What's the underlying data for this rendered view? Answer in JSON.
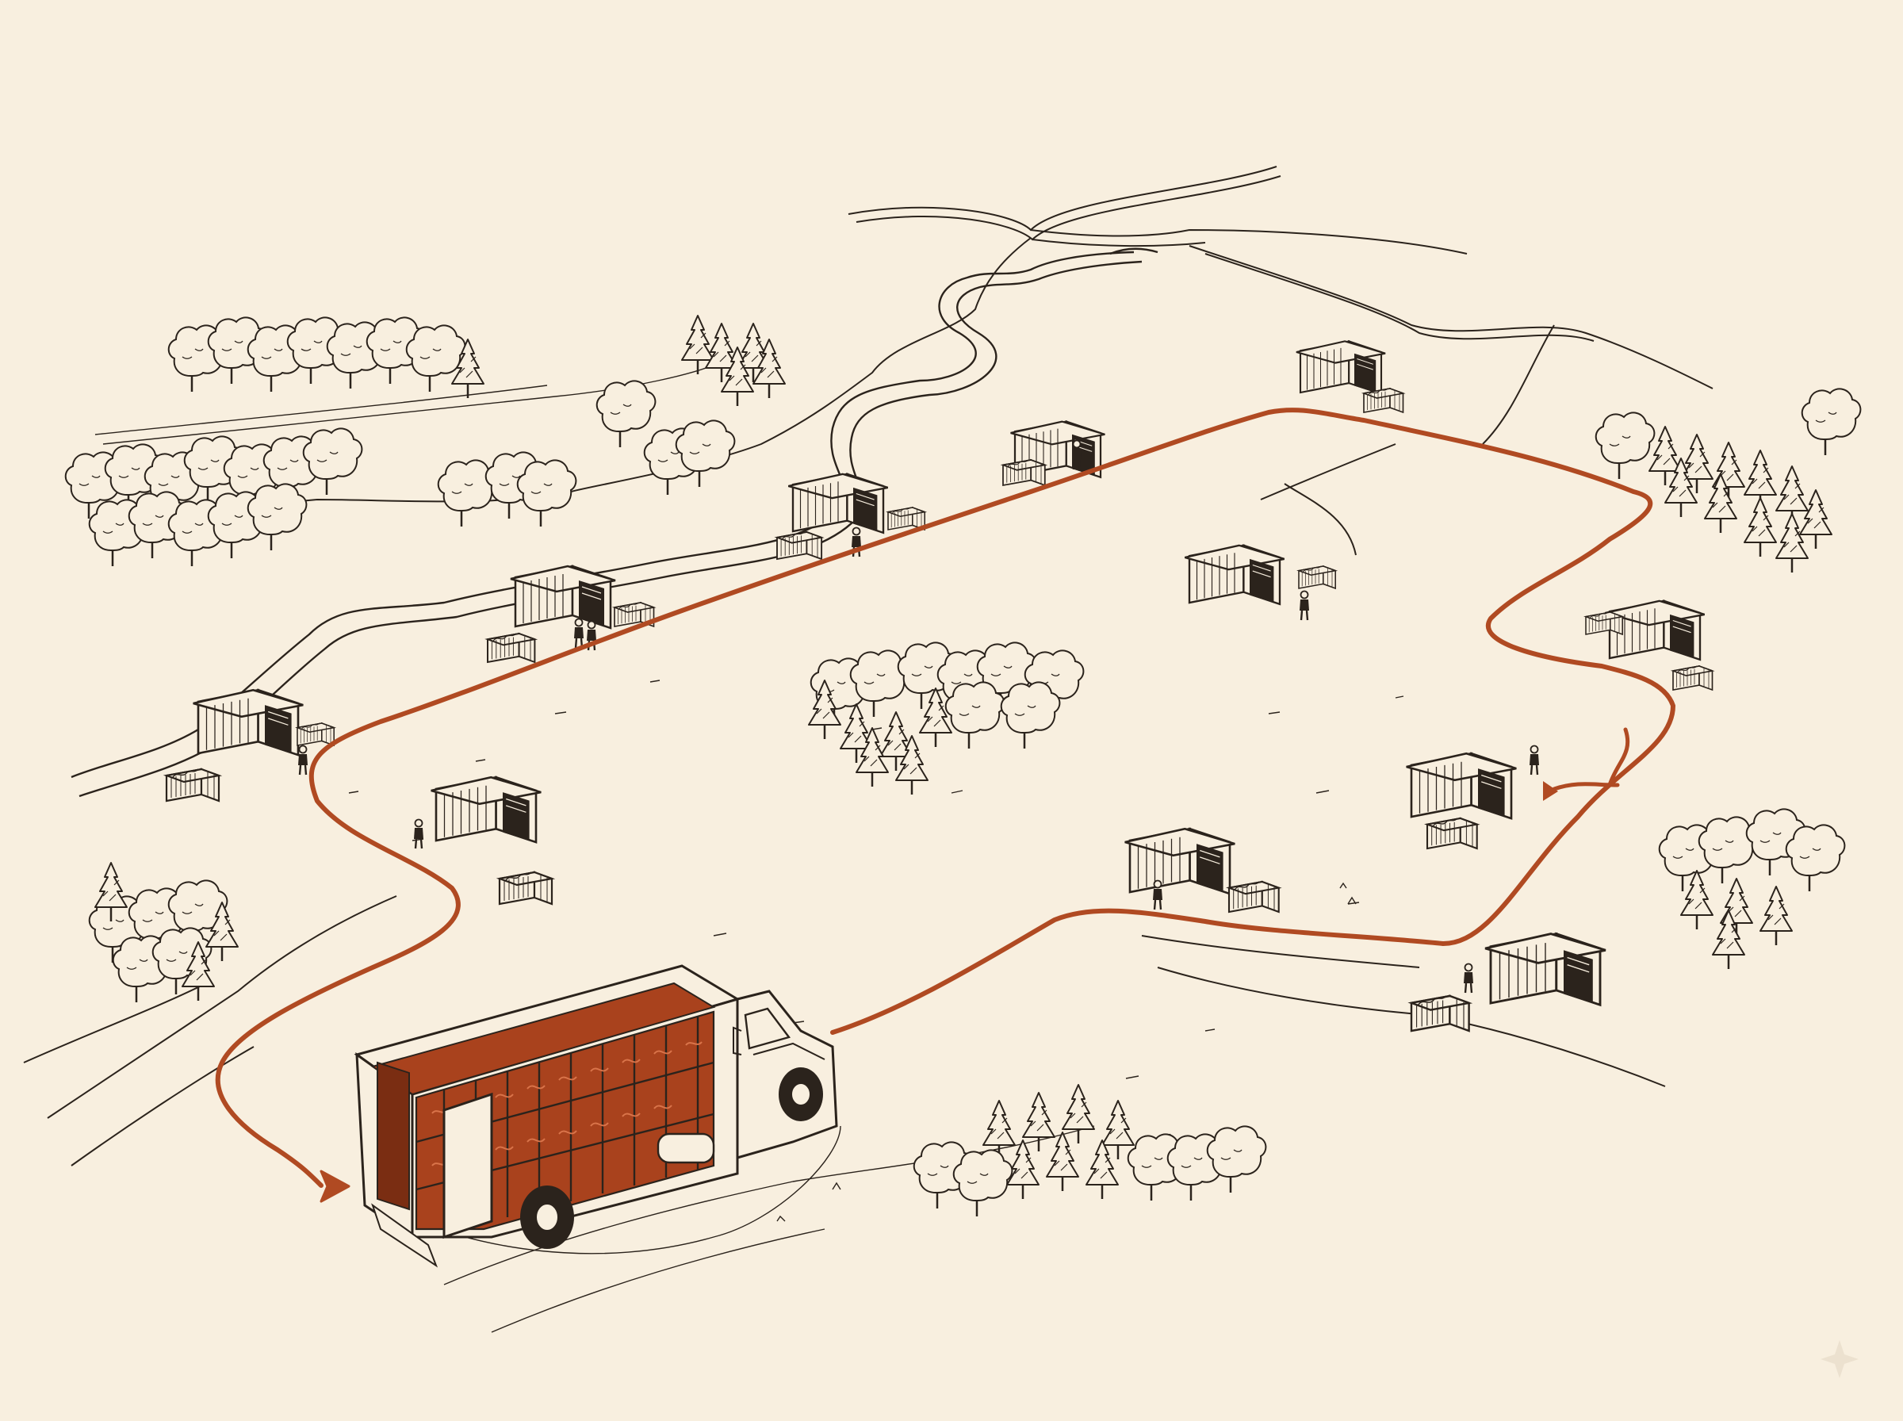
{
  "colors": {
    "paper": "#f8efdf",
    "ink": "#2b231c",
    "route": "#b04a22",
    "cargo": "#a9421d",
    "cargo_dark": "#7a2d12",
    "cargo_light": "#d9744a"
  },
  "scene": {
    "style": "hand-drawn ink illustration with terracotta accent",
    "icons": [
      "road",
      "river",
      "tree-cluster",
      "collection-shed",
      "recycling-bin",
      "person",
      "truck",
      "route-line",
      "arrow-head"
    ]
  }
}
